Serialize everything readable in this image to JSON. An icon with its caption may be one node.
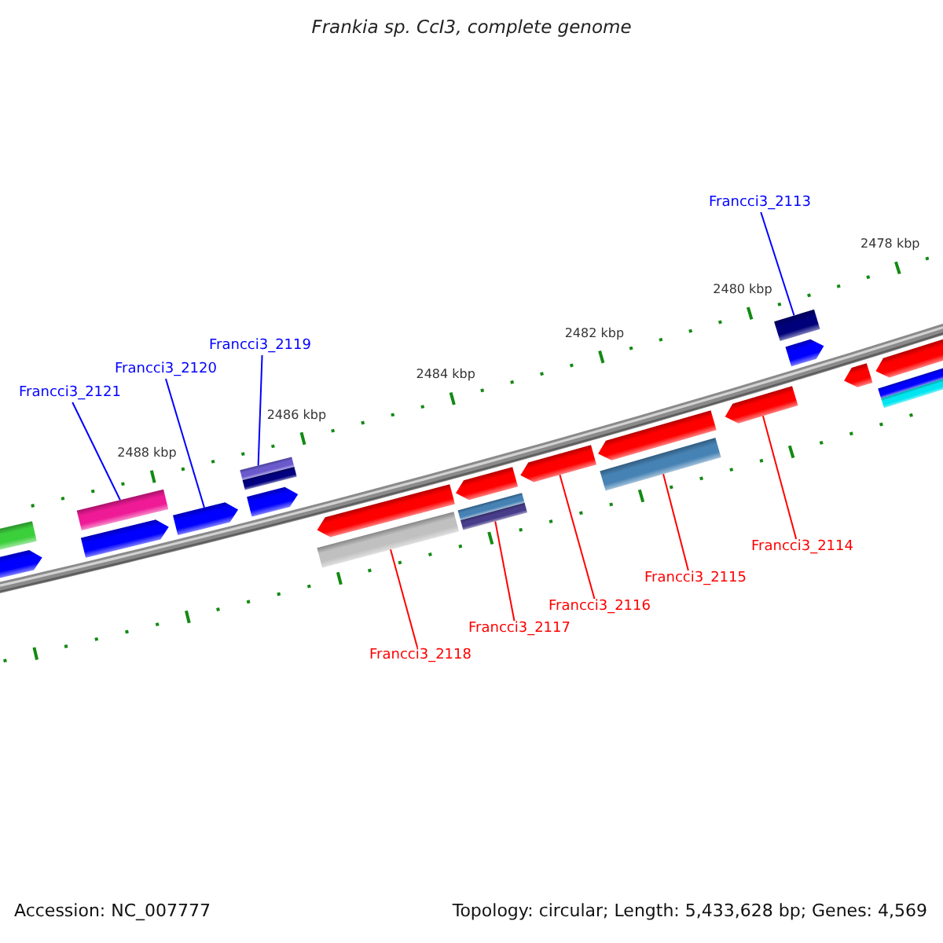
{
  "diagram": {
    "title": "Frankia sp. CcI3, complete genome",
    "nodes": [
      {
        "text": [
          "Francci3_2121"
        ]
      },
      {
        "text": [],
        "shape": "bar"
      },
      {
        "text": [
          "Francci3_2120"
        ]
      },
      {
        "text": [],
        "shape": "arrow"
      },
      {
        "text": [
          "Francci3_2119"
        ]
      },
      {
        "text": [],
        "shape": "bar"
      },
      {
        "text": [
          "Francci3_2113"
        ]
      },
      {
        "text": [],
        "shape": "bar"
      },
      {
        "text": [
          "Francci3_2118"
        ]
      },
      {
        "text": [],
        "shape": "bar"
      },
      {
        "text": [
          "Francci3_2117"
        ]
      },
      {
        "text": [],
        "shape": "bar"
      },
      {
        "text": [
          "Francci3_2116"
        ]
      },
      {
        "text": [],
        "shape": "arrow"
      },
      {
        "text": [
          "Francci3_2115"
        ]
      },
      {
        "text": [],
        "shape": "bar"
      },
      {
        "text": [
          "Francci3_2114"
        ]
      },
      {
        "text": [],
        "shape": "arrow"
      },
      {
        "text": [],
        "shape": "bar"
      },
      {
        "text": [],
        "shape": "arrow"
      },
      {
        "text": [],
        "shape": "arrow"
      },
      {
        "text": [],
        "shape": "arrow"
      },
      {
        "text": [],
        "shape": "arrow"
      },
      {
        "text": [],
        "shape": "arrow"
      },
      {
        "text": [],
        "shape": "arrow"
      },
      {
        "text": [],
        "shape": "arrow"
      },
      {
        "text": [],
        "shape": "arrow"
      },
      {
        "text": [],
        "shape": "arrow"
      },
      {
        "text": [],
        "shape": "bar"
      }
    ],
    "edges": [
      {
        "from": 0,
        "to": 1,
        "arrow": "none",
        "color": "#0000ff"
      },
      {
        "from": 2,
        "to": 3,
        "arrow": "none",
        "color": "#0000ff"
      },
      {
        "from": 4,
        "to": 5,
        "arrow": "none",
        "color": "#0000ff"
      },
      {
        "from": 6,
        "to": 7,
        "arrow": "none",
        "color": "#0000ff"
      },
      {
        "from": 8,
        "to": 9,
        "arrow": "none"
      },
      {
        "from": 10,
        "to": 11,
        "arrow": "none"
      },
      {
        "from": 12,
        "to": 13,
        "arrow": "none"
      },
      {
        "from": 14,
        "to": 15,
        "arrow": "none"
      },
      {
        "from": 16,
        "to": 17,
        "arrow": "none"
      }
    ],
    "labels": [
      "2488 kbp",
      "2486 kbp",
      "2484 kbp",
      "2482 kbp",
      "2480 kbp",
      "2478 kbp",
      "Accession: NC_007777",
      "Topology: circular; Length: 5,433,628 bp; Genes: 4,569"
    ]
  }
}
